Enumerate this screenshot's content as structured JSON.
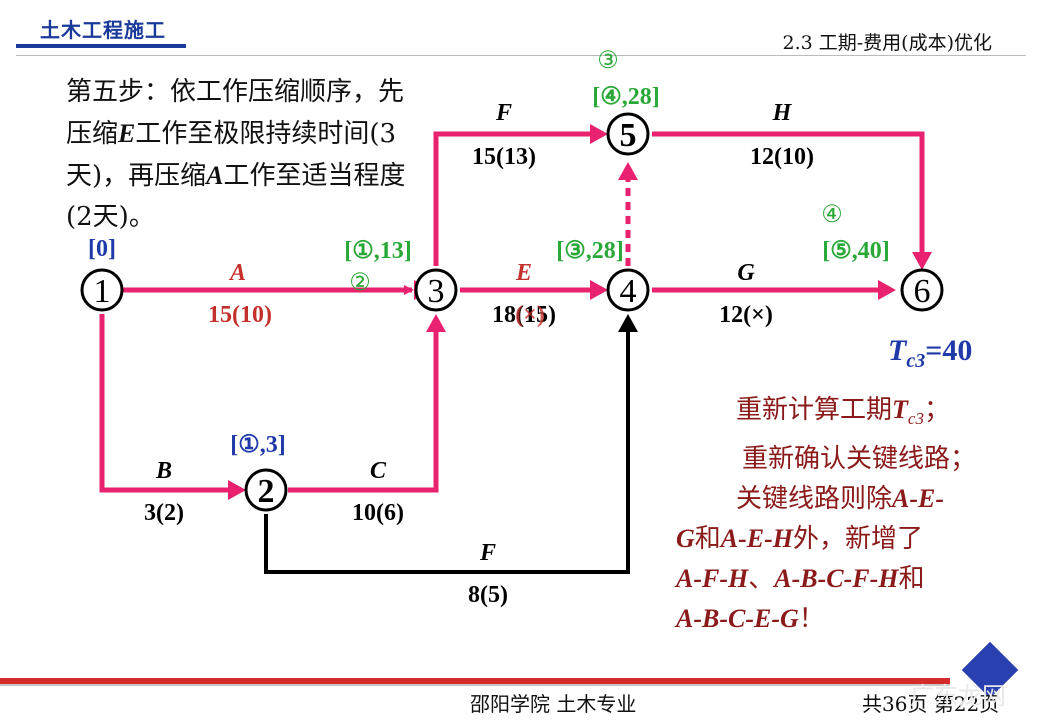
{
  "header": {
    "title": "土木工程施工",
    "section": "2.3 工期-费用(成本)优化"
  },
  "step_text": "第五步：依工作压缩顺序，先压缩E工作至极限持续时间(3天)，再压缩A工作至适当程度(2天)。",
  "step": {
    "p1": "第五步：依工作压缩顺序，先压缩",
    "e": "E",
    "p2": "工作至极限持续时间(3天)，再压缩",
    "a": "A",
    "p3": "工作至适当程度(2天)。"
  },
  "nodes": [
    {
      "id": "1",
      "label": "1",
      "marker": "[0]"
    },
    {
      "id": "2",
      "label": "2",
      "marker": "[①,3]"
    },
    {
      "id": "3",
      "label": "3",
      "marker": "[①,13]",
      "order": "②"
    },
    {
      "id": "4",
      "label": "4",
      "marker": "[③,28]"
    },
    {
      "id": "5",
      "label": "5",
      "marker": "[④,28]",
      "order": "③"
    },
    {
      "id": "6",
      "label": "6",
      "marker": "[⑤,40]",
      "order": "④"
    }
  ],
  "activities": [
    {
      "id": "A",
      "name": "A",
      "duration": "15(10)",
      "crossed": "15",
      "new": "(10)"
    },
    {
      "id": "B",
      "name": "B",
      "duration": "3(2)"
    },
    {
      "id": "C",
      "name": "C",
      "duration": "10(6)"
    },
    {
      "id": "E",
      "name": "E",
      "duration": "18(15)",
      "crossed": "(×)"
    },
    {
      "id": "F_top",
      "name": "F",
      "duration": "15(13)"
    },
    {
      "id": "F_bottom",
      "name": "F",
      "duration": "8(5)"
    },
    {
      "id": "G",
      "name": "G",
      "duration": "12(×)"
    },
    {
      "id": "H",
      "name": "H",
      "duration": "12(10)"
    }
  ],
  "tc": {
    "symbol": "T",
    "sub": "c3",
    "value": "=40"
  },
  "note": {
    "l1a": "重新计算工期",
    "l1t": "T",
    "l1s": "c3",
    "l1b": "；",
    "l2": "重新确认关键线路；",
    "l3a": "关键线路则除",
    "l3b": "A-E-",
    "l4a": "G",
    "l4b": "和",
    "l4c": "A-E-H",
    "l4d": "外，新增了",
    "l5a": "A-F-H",
    "l5b": "、",
    "l5c": "A-B-C-F-H",
    "l5d": "和",
    "l6": "A-B-C-E-G",
    "l6b": "！"
  },
  "footer": {
    "school": "邵阳学院  土木专业",
    "page": "共36页  第22页"
  },
  "watermark": "广东龙网",
  "colors": {
    "critical": "#e8226e",
    "normal": "#000000",
    "marker_blue": "#1f3aa8",
    "marker_green": "#2aa837",
    "duration_red": "#c4302b",
    "note": "#8b1a1a",
    "footer_red": "#d42a2a"
  }
}
